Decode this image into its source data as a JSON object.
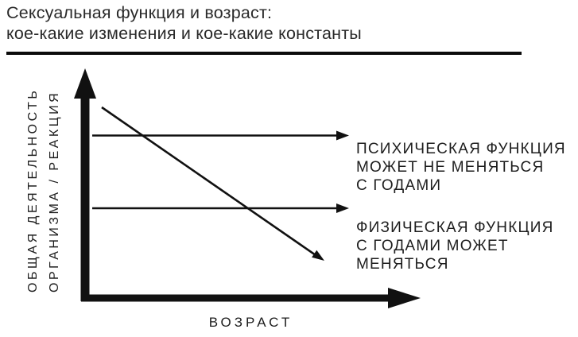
{
  "title": {
    "line1": "Сексуальная функция и возраст:",
    "line2": "кое-какие изменения и кое-какие константы"
  },
  "diagram": {
    "y_axis": {
      "label_line1": "ОБЩАЯ ДЕЯТЕЛЬНОСТЬ",
      "label_line2": "ОРГАНИЗМА / РЕАКЦИЯ"
    },
    "x_axis": {
      "label": "ВОЗРАСТ"
    },
    "annotations": {
      "psychological": {
        "lines": [
          "ПСИХИЧЕСКАЯ ФУНКЦИЯ",
          "МОЖЕТ НЕ МЕНЯТЬСЯ",
          "С ГОДАМИ"
        ],
        "trend": "constant"
      },
      "physical": {
        "lines": [
          "ФИЗИЧЕСКАЯ ФУНКЦИЯ",
          "С ГОДАМИ МОЖЕТ",
          "МЕНЯТЬСЯ"
        ],
        "trend": "declining"
      }
    },
    "colors": {
      "ink": "#111111",
      "background": "#ffffff"
    }
  }
}
